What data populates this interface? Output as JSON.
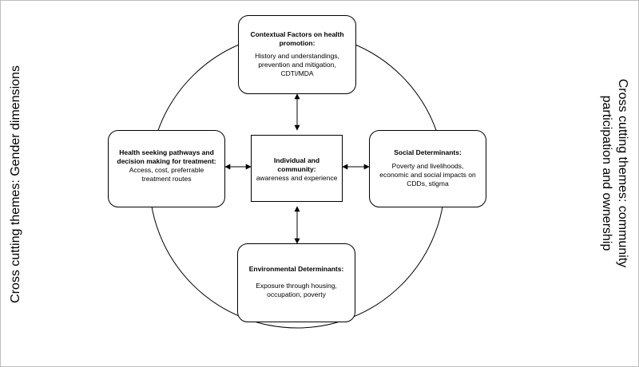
{
  "themes": {
    "left": "Cross cutting themes: Gender dimensions",
    "right_line1": "Cross cutting themes: community",
    "right_line2": "participation and ownership"
  },
  "center": {
    "title": "Individual and community:",
    "body": "awareness and experience"
  },
  "top": {
    "title": "Contextual Factors on health promotion:",
    "body": "History and understandings,\nprevention and mitigation,\nCDTI/MDA"
  },
  "left": {
    "title": "Health seeking pathways and decision making for treatment:",
    "body": "Access, cost, preferrable\ntreatment routes"
  },
  "right": {
    "title": "Social Determinants:",
    "body": "Poverty and livelihoods,\neconomic and social impacts on\nCDDs, stigma"
  },
  "bottom": {
    "title": "Environmental Determinants:",
    "body": "Exposure through housing,\noccupation, poverty"
  }
}
